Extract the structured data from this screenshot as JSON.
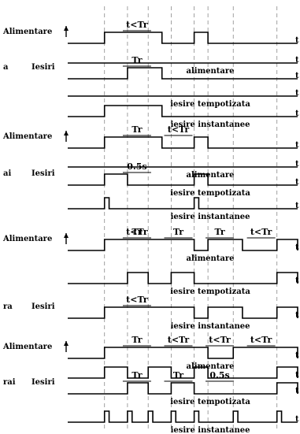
{
  "axis_label": "t",
  "sections": [
    {
      "name": "Alimentare",
      "subtitle": null,
      "traces": [
        {
          "label": "",
          "high": [
            [
              0.16,
              0.41
            ],
            [
              0.55,
              0.61
            ]
          ]
        },
        {
          "label": "alimentare",
          "high": []
        }
      ],
      "annotations": [
        "t<Tr"
      ]
    },
    {
      "name": "a",
      "subtitle": "Iesiri",
      "traces": [
        {
          "label": "",
          "high": [
            [
              0.26,
              0.41
            ]
          ]
        },
        {
          "label": "iesire tempotizata",
          "high": []
        },
        {
          "label": "iesire instantanee",
          "high": [
            [
              0.16,
              0.41
            ]
          ]
        }
      ],
      "annotations": [
        "Tr"
      ]
    },
    {
      "name": "Alimentare",
      "subtitle": null,
      "traces": [
        {
          "label": "",
          "high": [
            [
              0.16,
              0.41
            ],
            [
              0.55,
              0.61
            ]
          ]
        },
        {
          "label": "alimentare",
          "high": []
        }
      ],
      "annotations": [
        "Tr",
        "t<Tr"
      ]
    },
    {
      "name": "ai",
      "subtitle": "Iesiri",
      "traces": [
        {
          "label": "iesire tempotizata",
          "high": [
            [
              0.16,
              0.26
            ],
            [
              0.55,
              0.61
            ]
          ]
        },
        {
          "label": "iesire instantanee",
          "high": [
            [
              0.16,
              0.18
            ],
            [
              0.55,
              0.57
            ]
          ]
        }
      ],
      "annotations": [
        "0.5s"
      ]
    },
    {
      "name": "Alimentare",
      "subtitle": null,
      "traces": [
        {
          "label": "alimentare",
          "high": [
            [
              0.16,
              0.55
            ],
            [
              0.61,
              0.76
            ],
            [
              0.91,
              1.0
            ]
          ]
        },
        {
          "label": "iesire tempotizata",
          "high": [
            [
              0.26,
              0.35
            ],
            [
              0.45,
              0.55
            ],
            [
              0.91,
              1.0
            ]
          ]
        }
      ],
      "annotations": [
        "Tr",
        "Tr",
        "Tr",
        "t<Tr",
        "t<Tr"
      ]
    },
    {
      "name": "ra",
      "subtitle": "Iesiri",
      "traces": [
        {
          "label": "iesire instantanee",
          "high": [
            [
              0.16,
              0.55
            ],
            [
              0.61,
              0.76
            ],
            [
              0.91,
              1.0
            ]
          ]
        }
      ],
      "annotations": [
        "t<Tr"
      ]
    },
    {
      "name": "Alimentare",
      "subtitle": null,
      "traces": [
        {
          "label": "alimentare",
          "high": [
            [
              0.16,
              0.61
            ],
            [
              0.72,
              1.0
            ]
          ]
        },
        {
          "label": "",
          "high": [
            [
              0.16,
              0.26
            ],
            [
              0.35,
              0.45
            ],
            [
              0.55,
              0.61
            ],
            [
              0.91,
              1.0
            ]
          ]
        }
      ],
      "annotations": [
        "Tr",
        "t<Tr",
        "t<Tr",
        "t<Tr"
      ]
    },
    {
      "name": "rai",
      "subtitle": "Iesiri",
      "traces": [
        {
          "label": "iesire tempotizata",
          "high": [
            [
              0.26,
              0.35
            ],
            [
              0.45,
              0.55
            ],
            [
              0.91,
              1.0
            ]
          ]
        },
        {
          "label": "iesire instantanee",
          "high": [
            [
              0.16,
              0.18
            ],
            [
              0.26,
              0.28
            ],
            [
              0.35,
              0.37
            ],
            [
              0.45,
              0.47
            ],
            [
              0.55,
              0.57
            ],
            [
              0.72,
              0.74
            ],
            [
              0.91,
              0.93
            ]
          ]
        }
      ],
      "annotations": [
        "Tr",
        "Tr",
        "0.5s"
      ]
    }
  ]
}
